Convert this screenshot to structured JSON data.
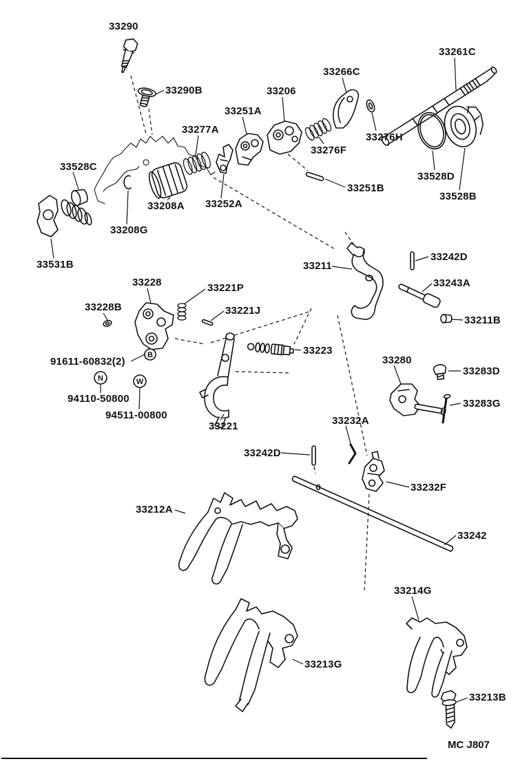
{
  "page": {
    "footer_code": "MC J807"
  },
  "palette": {
    "ink": "#111111",
    "paper": "#ffffff"
  },
  "labels": {
    "l33290": "33290",
    "l33290B": "33290B",
    "l33277A": "33277A",
    "l33251A": "33251A",
    "l33206": "33206",
    "l33266C": "33266C",
    "l33261C": "33261C",
    "l33276H": "33276H",
    "l33276F": "33276F",
    "l33528C": "33528C",
    "l33208A": "33208A",
    "l33252A": "33252A",
    "l33251B": "33251B",
    "l33528D": "33528D",
    "l33528B": "33528B",
    "l33208G": "33208G",
    "l33531B": "33531B",
    "l33211": "33211",
    "l33242D_a": "33242D",
    "l33243A": "33243A",
    "l33228": "33228",
    "l33221P": "33221P",
    "l33228B": "33228B",
    "l33221J": "33221J",
    "l33211B": "33211B",
    "l91611": "91611-60832(2)",
    "l33223": "33223",
    "l33280": "33280",
    "l33283D": "33283D",
    "l94110": "94110-50800",
    "l33283G": "33283G",
    "l94511": "94511-00800",
    "l33221": "33221",
    "l33232A": "33232A",
    "l33242D_b": "33242D",
    "l33232F": "33232F",
    "l33212A": "33212A",
    "l33242": "33242",
    "l33214G": "33214G",
    "l33213G": "33213G",
    "l33213B": "33213B"
  },
  "markers": {
    "bolt": "B",
    "nut": "N",
    "washer": "W"
  }
}
